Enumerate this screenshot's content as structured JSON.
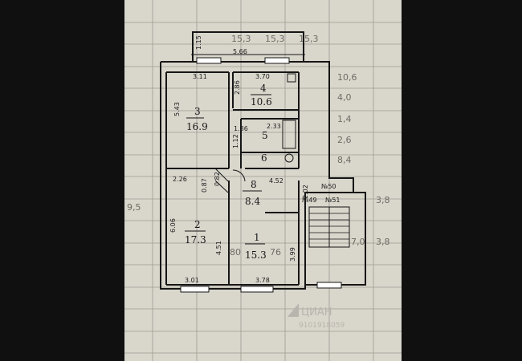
{
  "background_grid": {
    "col_values_top": [
      "15,3",
      "15,3",
      "15,3"
    ],
    "right_column_values": [
      "10,6",
      "4,0",
      "1,4",
      "2,6",
      "8,4",
      "3,8",
      "3,8"
    ],
    "left_value": "9,5",
    "mid_values": [
      "7,0",
      "80",
      "76"
    ]
  },
  "plan": {
    "rooms": [
      {
        "number": "1",
        "area": "15.3"
      },
      {
        "number": "2",
        "area": "17.3"
      },
      {
        "number": "3",
        "area": "16.9"
      },
      {
        "number": "4",
        "area": "10.6"
      },
      {
        "number": "5",
        "area": ""
      },
      {
        "number": "6",
        "area": ""
      },
      {
        "number": "8",
        "area": "8.4"
      }
    ],
    "dimensions": {
      "balcony": "1.15",
      "balcony_width": "5.66",
      "room3_top": "3.11",
      "room3_side": "5.43",
      "room4_top": "3.70",
      "room4_side": "2.86",
      "bath_top": "2.33",
      "bath_side": "1.86",
      "wc": "1.12",
      "room2_top": "2.26",
      "room2_left": "6.06",
      "room2_right": "4.51",
      "room2_bottom": "3.01",
      "wall_a": "0.87",
      "wall_b": "0.82",
      "hall_top": "4.52",
      "hall_side": "2.02",
      "room1_right": "3.99",
      "room1_bottom": "3.78"
    },
    "stair_labels": {
      "n50": "№50",
      "n49": "№49",
      "n51": "№51"
    }
  },
  "watermark": {
    "brand": "ЦИАН",
    "id": "9101918059"
  }
}
